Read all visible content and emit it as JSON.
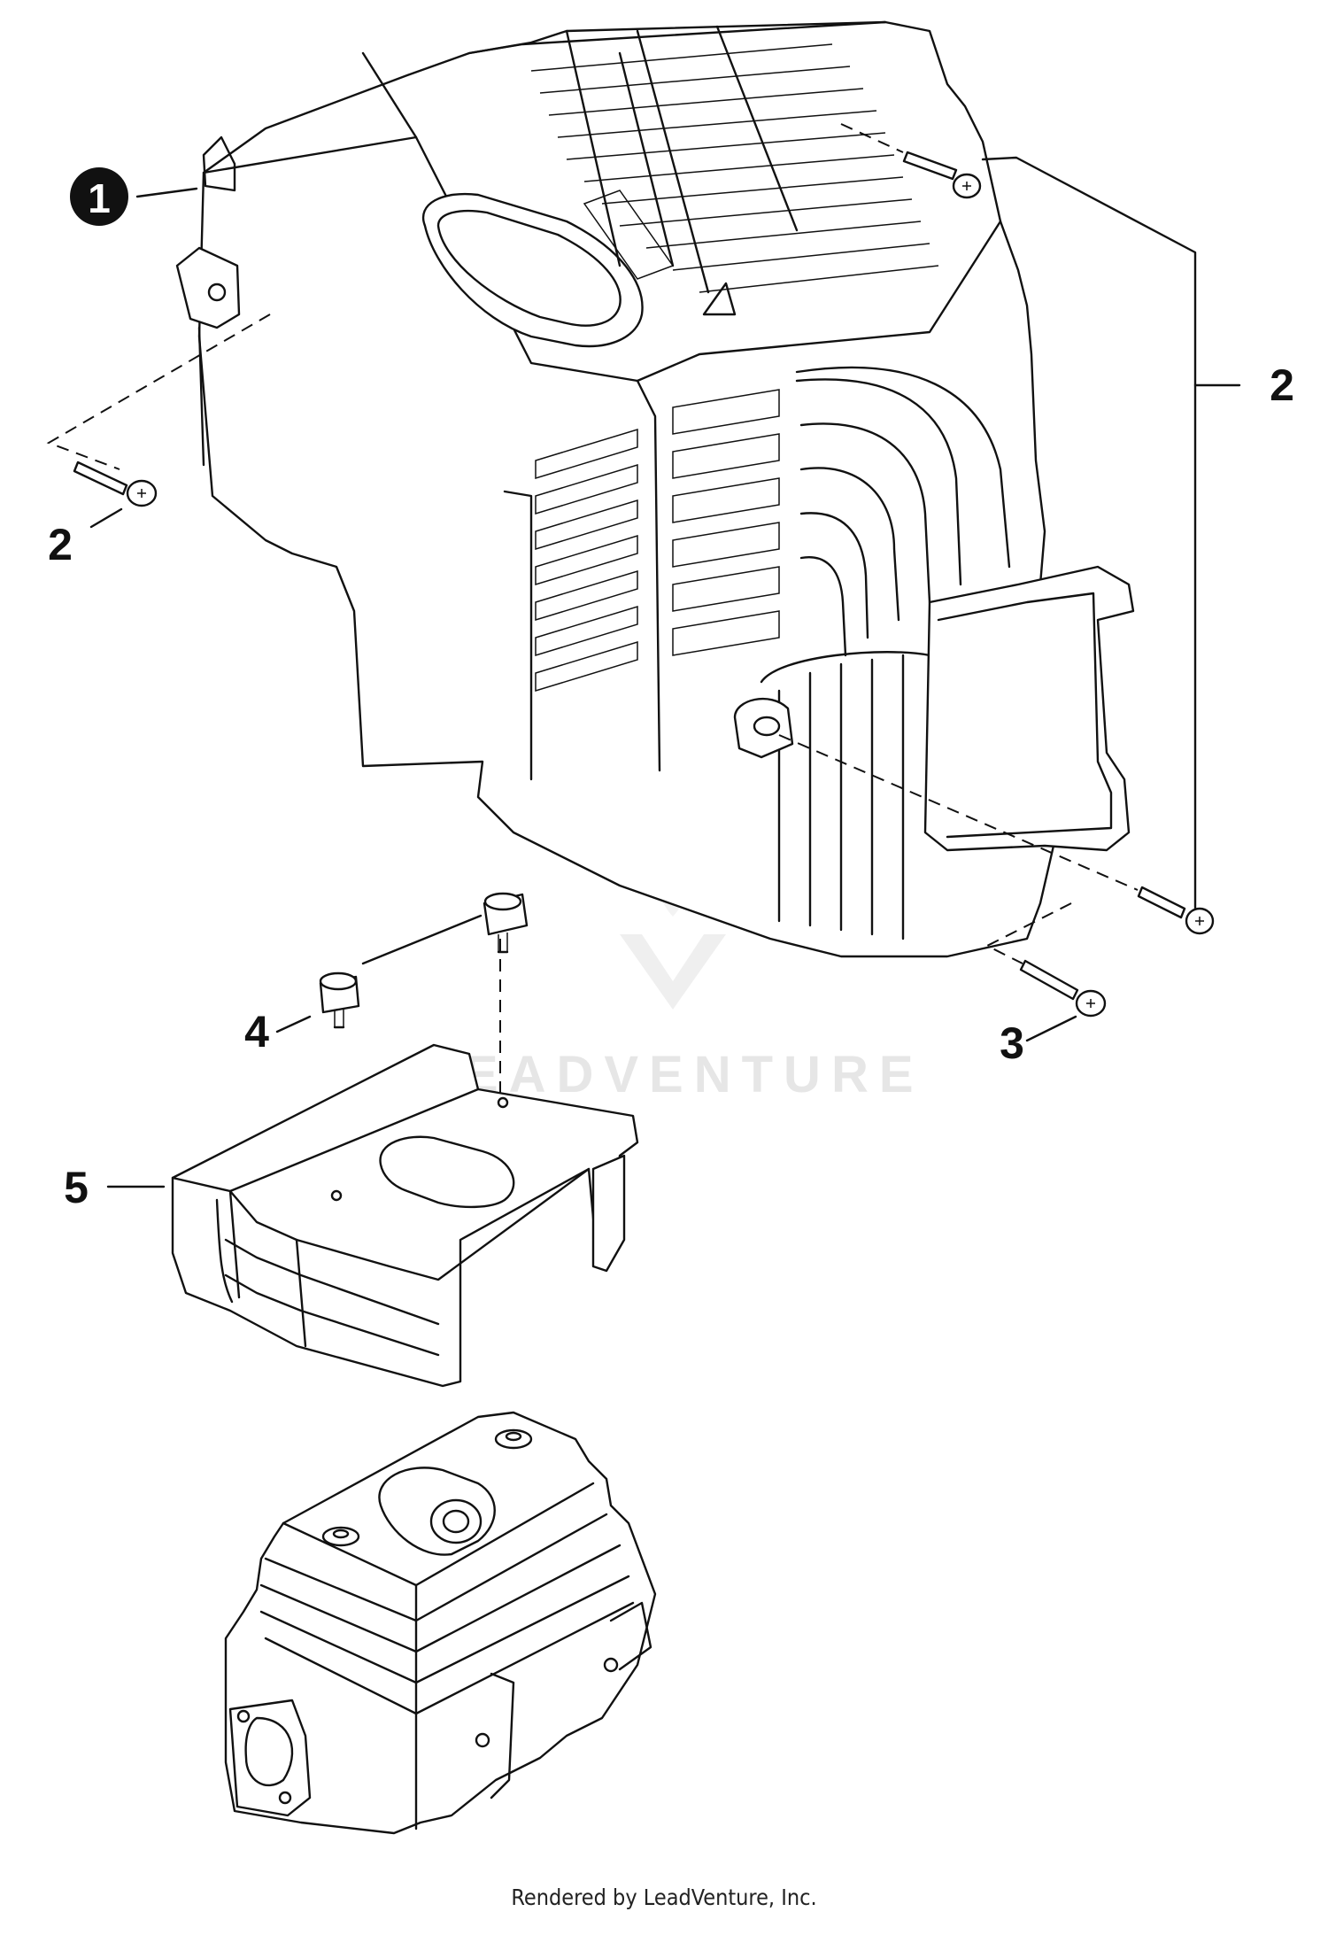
{
  "callouts": [
    {
      "id": "1",
      "label": "1",
      "style": "filled-circle"
    },
    {
      "id": "2a",
      "label": "2",
      "style": "plain"
    },
    {
      "id": "2b",
      "label": "2",
      "style": "plain"
    },
    {
      "id": "3",
      "label": "3",
      "style": "plain"
    },
    {
      "id": "4",
      "label": "4",
      "style": "plain"
    },
    {
      "id": "5",
      "label": "5",
      "style": "plain"
    }
  ],
  "watermark": {
    "text": "LEADVENTURE"
  },
  "footer": {
    "text": "Rendered by LeadVenture, Inc."
  },
  "colors": {
    "ink": "#111111",
    "watermark": "#e6e6e6",
    "paper": "#ffffff"
  }
}
